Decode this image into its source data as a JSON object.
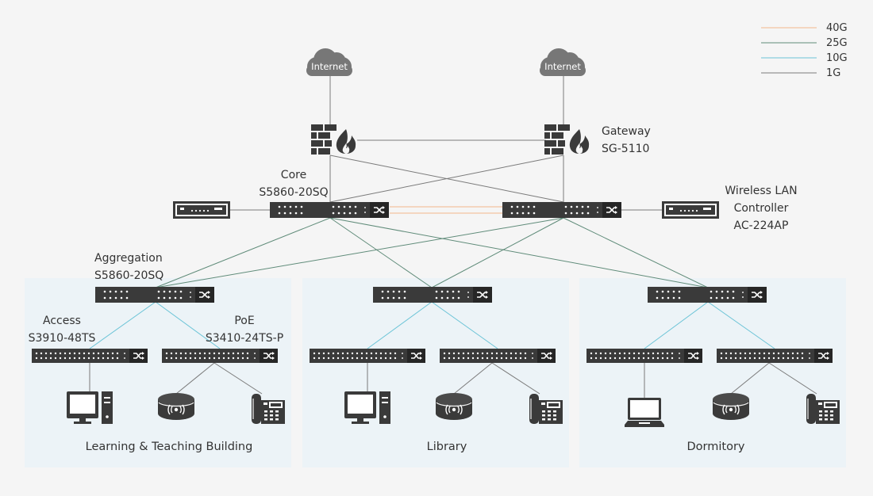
{
  "colors": {
    "link_40g": "#f3b68c",
    "link_25g": "#5f8b79",
    "link_10g": "#6cc4d7",
    "link_1g": "#7a7a7a",
    "zone_bg": "#ecf3f7",
    "device": "#3a3a3a",
    "cloud": "#777777"
  },
  "legend": {
    "g40": "40G",
    "g25": "25G",
    "g10": "10G",
    "g1": "1G"
  },
  "internet": {
    "left": "Internet",
    "right": "Internet"
  },
  "labels": {
    "gateway": "Gateway",
    "gateway_model": "SG-5110",
    "core": "Core",
    "core_model": "S5860-20SQ",
    "wlc_1": "Wireless LAN",
    "wlc_2": "Controller",
    "wlc_model": "AC-224AP",
    "aggregation": "Aggregation",
    "aggregation_model": "S5860-20SQ",
    "access": "Access",
    "access_model": "S3910-48TS",
    "poe": "PoE",
    "poe_model": "S3410-24TS-P"
  },
  "zones": {
    "teaching": "Learning & Teaching Building",
    "library": "Library",
    "dormitory": "Dormitory"
  }
}
